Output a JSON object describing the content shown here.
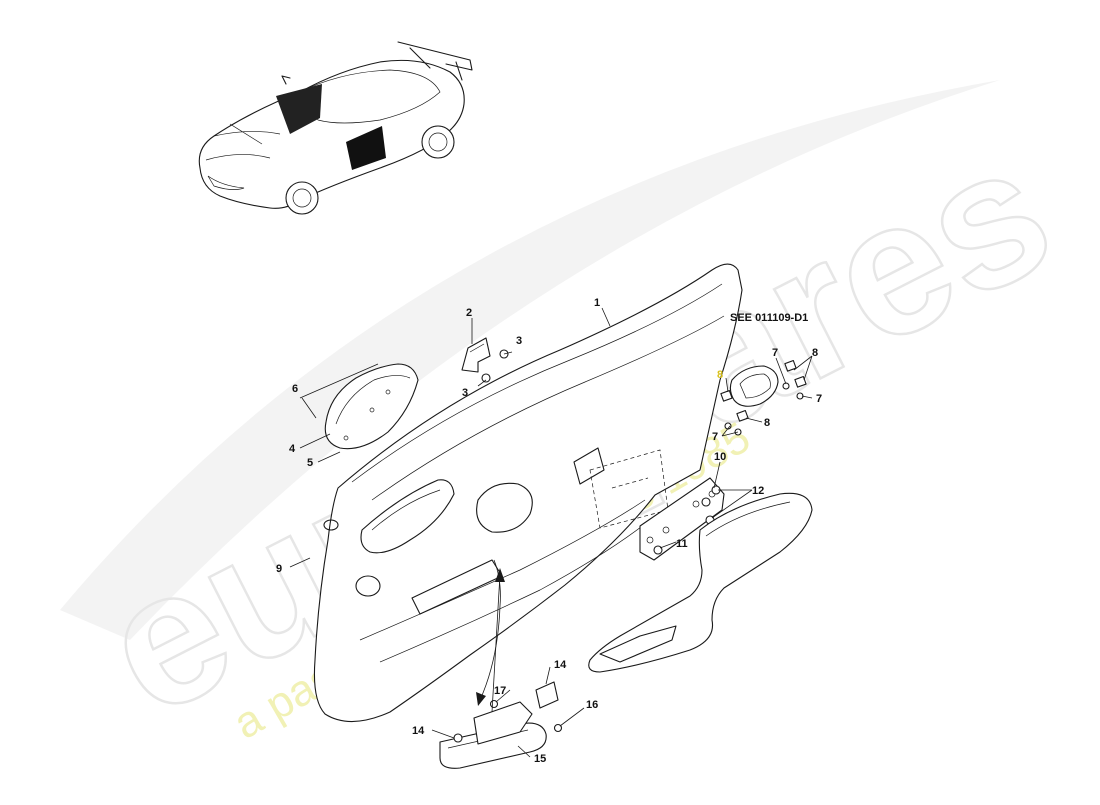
{
  "diagram": {
    "reference_note": "SEE 011109-D1",
    "watermark": {
      "brand": "eurospares",
      "tagline": "a passion for parts since 1985"
    },
    "callouts": [
      {
        "id": "c1",
        "label": "1"
      },
      {
        "id": "c2",
        "label": "2"
      },
      {
        "id": "c3a",
        "label": "3"
      },
      {
        "id": "c3b",
        "label": "3"
      },
      {
        "id": "c4",
        "label": "4"
      },
      {
        "id": "c5",
        "label": "5"
      },
      {
        "id": "c6",
        "label": "6"
      },
      {
        "id": "c7a",
        "label": "7"
      },
      {
        "id": "c7b",
        "label": "7"
      },
      {
        "id": "c7c",
        "label": "7"
      },
      {
        "id": "c8a",
        "label": "8"
      },
      {
        "id": "c8b",
        "label": "8"
      },
      {
        "id": "c8c",
        "label": "8"
      },
      {
        "id": "c9",
        "label": "9"
      },
      {
        "id": "c10",
        "label": "10"
      },
      {
        "id": "c11",
        "label": "11"
      },
      {
        "id": "c12",
        "label": "12"
      },
      {
        "id": "c14a",
        "label": "14"
      },
      {
        "id": "c14b",
        "label": "14"
      },
      {
        "id": "c15",
        "label": "15"
      },
      {
        "id": "c16",
        "label": "16"
      },
      {
        "id": "c17",
        "label": "17"
      }
    ],
    "colors": {
      "line": "#1a1a1a",
      "highlight_callout": "#f2e24a",
      "watermark_brand": "#e6e6e6",
      "watermark_tagline": "#f1f1b5"
    }
  }
}
